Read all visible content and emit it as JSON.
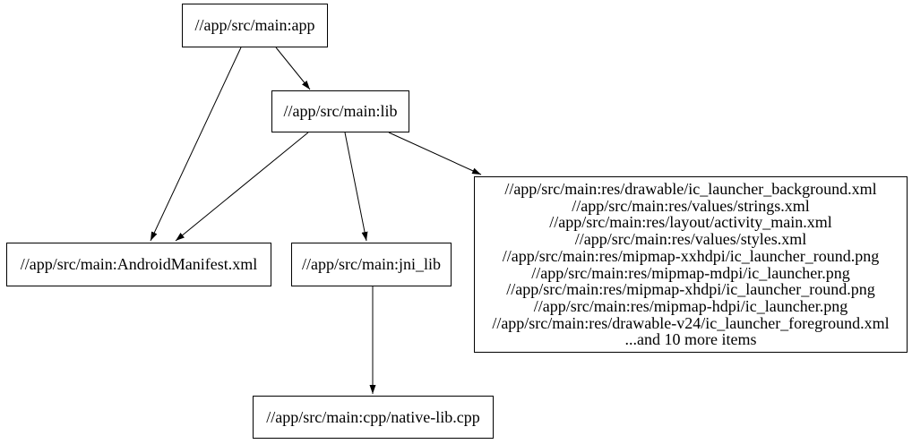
{
  "diagram": {
    "type": "dependency-graph",
    "background_color": "#ffffff",
    "node_fill_color": "#ffffff",
    "node_border_color": "#000000",
    "edge_color": "#000000",
    "text_color": "#000000",
    "nodes": {
      "app": {
        "label": "//app/src/main:app"
      },
      "lib": {
        "label": "//app/src/main:lib"
      },
      "manifest": {
        "label": "//app/src/main:AndroidManifest.xml"
      },
      "jni_lib": {
        "label": "//app/src/main:jni_lib"
      },
      "res_files": {
        "lines": [
          "//app/src/main:res/drawable/ic_launcher_background.xml",
          "//app/src/main:res/values/strings.xml",
          "//app/src/main:res/layout/activity_main.xml",
          "//app/src/main:res/values/styles.xml",
          "//app/src/main:res/mipmap-xxhdpi/ic_launcher_round.png",
          "//app/src/main:res/mipmap-mdpi/ic_launcher.png",
          "//app/src/main:res/mipmap-xhdpi/ic_launcher_round.png",
          "//app/src/main:res/mipmap-hdpi/ic_launcher.png",
          "//app/src/main:res/drawable-v24/ic_launcher_foreground.xml",
          "...and 10 more items"
        ]
      },
      "native_lib": {
        "label": "//app/src/main:cpp/native-lib.cpp"
      }
    },
    "edges": [
      {
        "from": "app",
        "to": "lib"
      },
      {
        "from": "app",
        "to": "manifest"
      },
      {
        "from": "lib",
        "to": "manifest"
      },
      {
        "from": "lib",
        "to": "jni_lib"
      },
      {
        "from": "lib",
        "to": "res_files"
      },
      {
        "from": "jni_lib",
        "to": "native_lib"
      }
    ]
  }
}
